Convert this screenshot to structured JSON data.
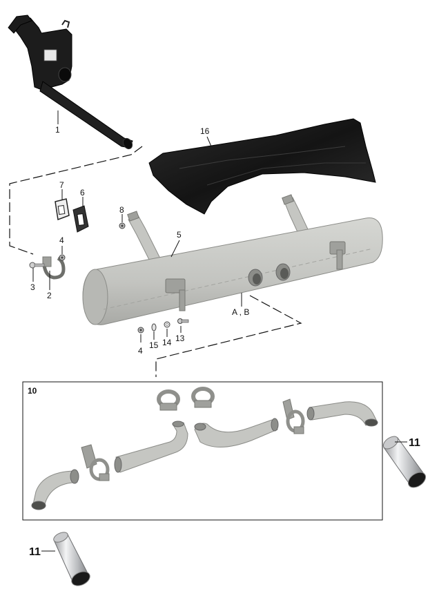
{
  "callouts": {
    "c1": "1",
    "c2": "2",
    "c3": "3",
    "c4a": "4",
    "c4b": "4",
    "c5": "5",
    "c6": "6",
    "c7": "7",
    "c8": "8",
    "c10": "10",
    "c11a": "11",
    "c11b": "11",
    "c13": "13",
    "c14": "14",
    "c15": "15",
    "c16": "16",
    "cab": "A , B"
  },
  "colors": {
    "muffler": "#c5c6c2",
    "heat_shield": "#1c1c1c",
    "tip_chrome": "#d9dadc"
  }
}
